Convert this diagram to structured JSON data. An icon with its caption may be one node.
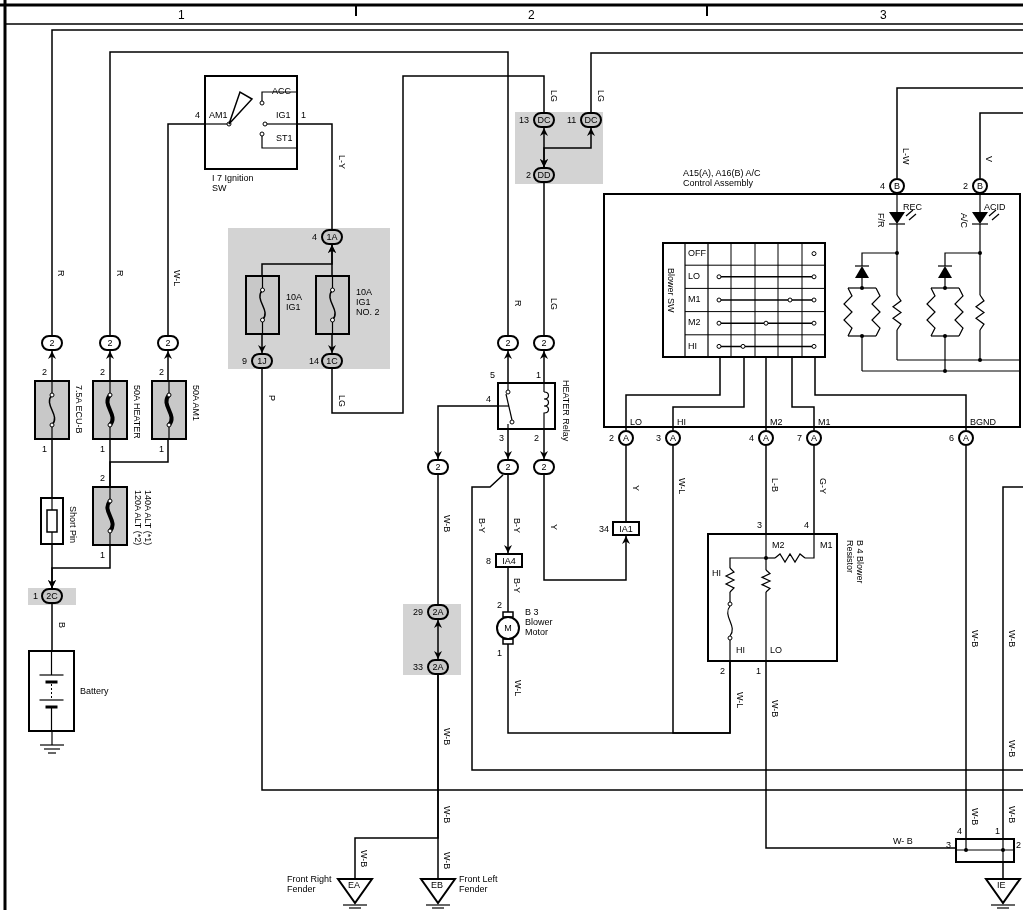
{
  "diagram": {
    "nodes": [
      {
        "text": [
          "ACC",
          "AM1",
          "IG1",
          "ST1",
          "I 7 Ignition SW"
        ],
        "beside": [
          "4",
          "1"
        ]
      },
      {
        "text": [],
        "shape": "box"
      },
      {
        "text": [
          "1A"
        ],
        "in": 1,
        "beside": [
          "4"
        ]
      },
      {
        "text": [],
        "shape": "box",
        "in": 1,
        "beside": [
          "10A IG1"
        ]
      },
      {
        "text": [],
        "shape": "box",
        "in": 1,
        "beside": [
          "10A IG1 NO. 2"
        ]
      },
      {
        "text": [
          "1J"
        ],
        "in": 1,
        "beside": [
          "9"
        ]
      },
      {
        "text": [
          "1C"
        ],
        "in": 1,
        "beside": [
          "14"
        ]
      },
      {
        "text": [
          "2"
        ]
      },
      {
        "text": [
          "2"
        ]
      },
      {
        "text": [
          "2"
        ]
      },
      {
        "text": [],
        "shape": "box",
        "beside": [
          "2",
          "7.5A ECU-B",
          "1"
        ]
      },
      {
        "text": [],
        "shape": "box",
        "beside": [
          "2",
          "50A HEATER",
          "1"
        ]
      },
      {
        "text": [],
        "shape": "box",
        "beside": [
          "2",
          "50A AM1",
          "1"
        ]
      },
      {
        "text": [],
        "shape": "box",
        "beside": [
          "2",
          "140A ALT (*1) 120A ALT (*2)",
          "1"
        ]
      },
      {
        "text": [],
        "shape": "box",
        "beside": [
          "Short Pin"
        ]
      },
      {
        "text": [],
        "shape": "box"
      },
      {
        "text": [
          "2C"
        ],
        "in": 15,
        "beside": [
          "1"
        ]
      },
      {
        "text": [],
        "shape": "box",
        "beside": [
          "Battery"
        ]
      },
      {
        "text": [],
        "shape": "box"
      },
      {
        "text": [
          "DC"
        ],
        "in": 18,
        "beside": [
          "13"
        ]
      },
      {
        "text": [
          "DC"
        ],
        "in": 18,
        "beside": [
          "11"
        ]
      },
      {
        "text": [
          "DD"
        ],
        "in": 18,
        "beside": [
          "2"
        ]
      },
      {
        "text": [
          "2"
        ]
      },
      {
        "text": [
          "2"
        ]
      },
      {
        "text": [],
        "shape": "box",
        "beside": [
          "5",
          "1",
          "4",
          "3",
          "2",
          "HEATER Relay"
        ]
      },
      {
        "text": [
          "2"
        ]
      },
      {
        "text": [
          "2"
        ]
      },
      {
        "text": [
          "2"
        ]
      },
      {
        "text": [
          "IA4"
        ],
        "beside": [
          "8"
        ]
      },
      {
        "text": [
          "IA1"
        ],
        "beside": [
          "34"
        ]
      },
      {
        "text": [
          "M"
        ],
        "beside": [
          "2",
          "B 3 Blower Motor",
          "1"
        ]
      },
      {
        "text": [],
        "shape": "box"
      },
      {
        "text": [
          "2A"
        ],
        "in": 31,
        "beside": [
          "29"
        ]
      },
      {
        "text": [
          "2A"
        ],
        "in": 31,
        "beside": [
          "33"
        ]
      },
      {
        "text": [
          "A15(A), A16(B) A/C Control Assembly",
          "LO",
          "HI",
          "M2",
          "M1",
          "BGND",
          "REC",
          "ACID",
          "F/R",
          "A/C"
        ]
      },
      {
        "text": [
          "Blower SW",
          "OFF",
          "LO",
          "M1",
          "M2",
          "HI"
        ],
        "in": 34
      },
      {
        "text": [
          "A"
        ],
        "beside": [
          "2"
        ]
      },
      {
        "text": [
          "A"
        ],
        "beside": [
          "3"
        ]
      },
      {
        "text": [
          "A"
        ],
        "beside": [
          "4"
        ]
      },
      {
        "text": [
          "A"
        ],
        "beside": [
          "7"
        ]
      },
      {
        "text": [
          "A"
        ],
        "beside": [
          "6"
        ]
      },
      {
        "text": [
          "B"
        ],
        "beside": [
          "4"
        ]
      },
      {
        "text": [
          "B"
        ],
        "beside": [
          "2"
        ]
      },
      {
        "text": [
          "M2",
          "M1",
          "HI",
          "HI",
          "LO",
          "B 4 Blower Resistor"
        ],
        "beside": [
          "3",
          "4",
          "2",
          "1"
        ]
      },
      {
        "text": [],
        "shape": "box",
        "beside": [
          "4",
          "1",
          "3",
          "2"
        ]
      },
      {
        "text": [
          "EA"
        ],
        "beside": [
          "Front Right Fender"
        ]
      },
      {
        "text": [
          "EB"
        ],
        "beside": [
          "Front Left Fender"
        ]
      },
      {
        "text": [
          "IE"
        ]
      }
    ],
    "edges": [
      {
        "from": 10,
        "to": 7,
        "arrow": "to"
      },
      {
        "from": 11,
        "to": 8,
        "arrow": "to"
      },
      {
        "from": 12,
        "to": 9,
        "arrow": "to"
      },
      {
        "from": 7,
        "to": null,
        "arrow": "none",
        "label": "R"
      },
      {
        "from": 8,
        "to": 22,
        "arrow": "none",
        "label": "R"
      },
      {
        "from": 9,
        "to": 0,
        "arrow": "none",
        "label": "W-L"
      },
      {
        "from": 0,
        "to": 2,
        "arrow": "none",
        "label": "L-Y"
      },
      {
        "from": 3,
        "to": 2,
        "arrow": "to"
      },
      {
        "from": 4,
        "to": 2,
        "arrow": "to"
      },
      {
        "from": 3,
        "to": 5,
        "arrow": "to"
      },
      {
        "from": 4,
        "to": 6,
        "arrow": "to"
      },
      {
        "from": 5,
        "to": null,
        "arrow": "none",
        "label": "P"
      },
      {
        "from": 6,
        "to": 19,
        "arrow": "none",
        "label": "LG"
      },
      {
        "from": 19,
        "to": 21,
        "arrow": "both"
      },
      {
        "from": 20,
        "to": 21,
        "arrow": "both"
      },
      {
        "from": 20,
        "to": null,
        "arrow": "none",
        "label": "LG"
      },
      {
        "from": 21,
        "to": 23,
        "arrow": "none",
        "label": "LG"
      },
      {
        "from": 24,
        "to": 22,
        "arrow": "to"
      },
      {
        "from": 24,
        "to": 23,
        "arrow": "to"
      },
      {
        "from": 24,
        "to": 25,
        "arrow": "to"
      },
      {
        "from": 24,
        "to": 26,
        "arrow": "to"
      },
      {
        "from": 24,
        "to": 27,
        "arrow": "to"
      },
      {
        "from": 25,
        "to": 32,
        "arrow": "none",
        "label": "W-B"
      },
      {
        "from": 32,
        "to": 33,
        "arrow": "both"
      },
      {
        "from": 33,
        "to": 46,
        "arrow": "none",
        "label": "W-B"
      },
      {
        "from": 33,
        "to": 45,
        "arrow": "none",
        "label": "W-B"
      },
      {
        "from": 26,
        "to": 28,
        "arrow": "to",
        "label": "B-Y"
      },
      {
        "from": 26,
        "to": null,
        "arrow": "none",
        "label": "B-Y"
      },
      {
        "from": 28,
        "to": 30,
        "arrow": "none",
        "label": "B-Y"
      },
      {
        "from": 30,
        "to": 43,
        "arrow": "none",
        "label": "W-L"
      },
      {
        "from": 37,
        "to": 43,
        "arrow": "none",
        "label": "W-L"
      },
      {
        "from": 27,
        "to": 29,
        "arrow": "to",
        "label": "Y"
      },
      {
        "from": 36,
        "to": 29,
        "arrow": "none",
        "label": "Y"
      },
      {
        "from": 38,
        "to": 43,
        "arrow": "none",
        "label": "L-B"
      },
      {
        "from": 39,
        "to": 43,
        "arrow": "none",
        "label": "G-Y"
      },
      {
        "from": 40,
        "to": 44,
        "arrow": "none",
        "label": "W-B"
      },
      {
        "from": 43,
        "to": 44,
        "arrow": "none",
        "label": "W-B"
      },
      {
        "from": 44,
        "to": 47,
        "arrow": "none"
      },
      {
        "from": 44,
        "to": null,
        "arrow": "none",
        "label": "W-B"
      },
      {
        "from": 41,
        "to": null,
        "arrow": "none",
        "label": "L-W"
      },
      {
        "from": 42,
        "to": null,
        "arrow": "none",
        "label": "V"
      },
      {
        "from": 10,
        "to": 14,
        "arrow": "none"
      },
      {
        "from": 11,
        "to": 13,
        "arrow": "none"
      },
      {
        "from": 12,
        "to": 13,
        "arrow": "none"
      },
      {
        "from": 14,
        "to": 16,
        "arrow": "to"
      },
      {
        "from": 13,
        "to": 16,
        "arrow": "to"
      },
      {
        "from": 16,
        "to": 17,
        "arrow": "none",
        "label": "B"
      },
      {
        "from": 35,
        "to": 36,
        "arrow": "none"
      },
      {
        "from": 35,
        "to": 37,
        "arrow": "none"
      },
      {
        "from": 35,
        "to": 38,
        "arrow": "none"
      },
      {
        "from": 35,
        "to": 39,
        "arrow": "none"
      },
      {
        "from": 35,
        "to": 40,
        "arrow": "none"
      }
    ],
    "labels": [
      "1",
      "2",
      "3",
      "LG",
      "R",
      "W-L",
      "W-B",
      "W-B",
      "W-B",
      "W-B",
      "W-B",
      "W- B"
    ]
  }
}
